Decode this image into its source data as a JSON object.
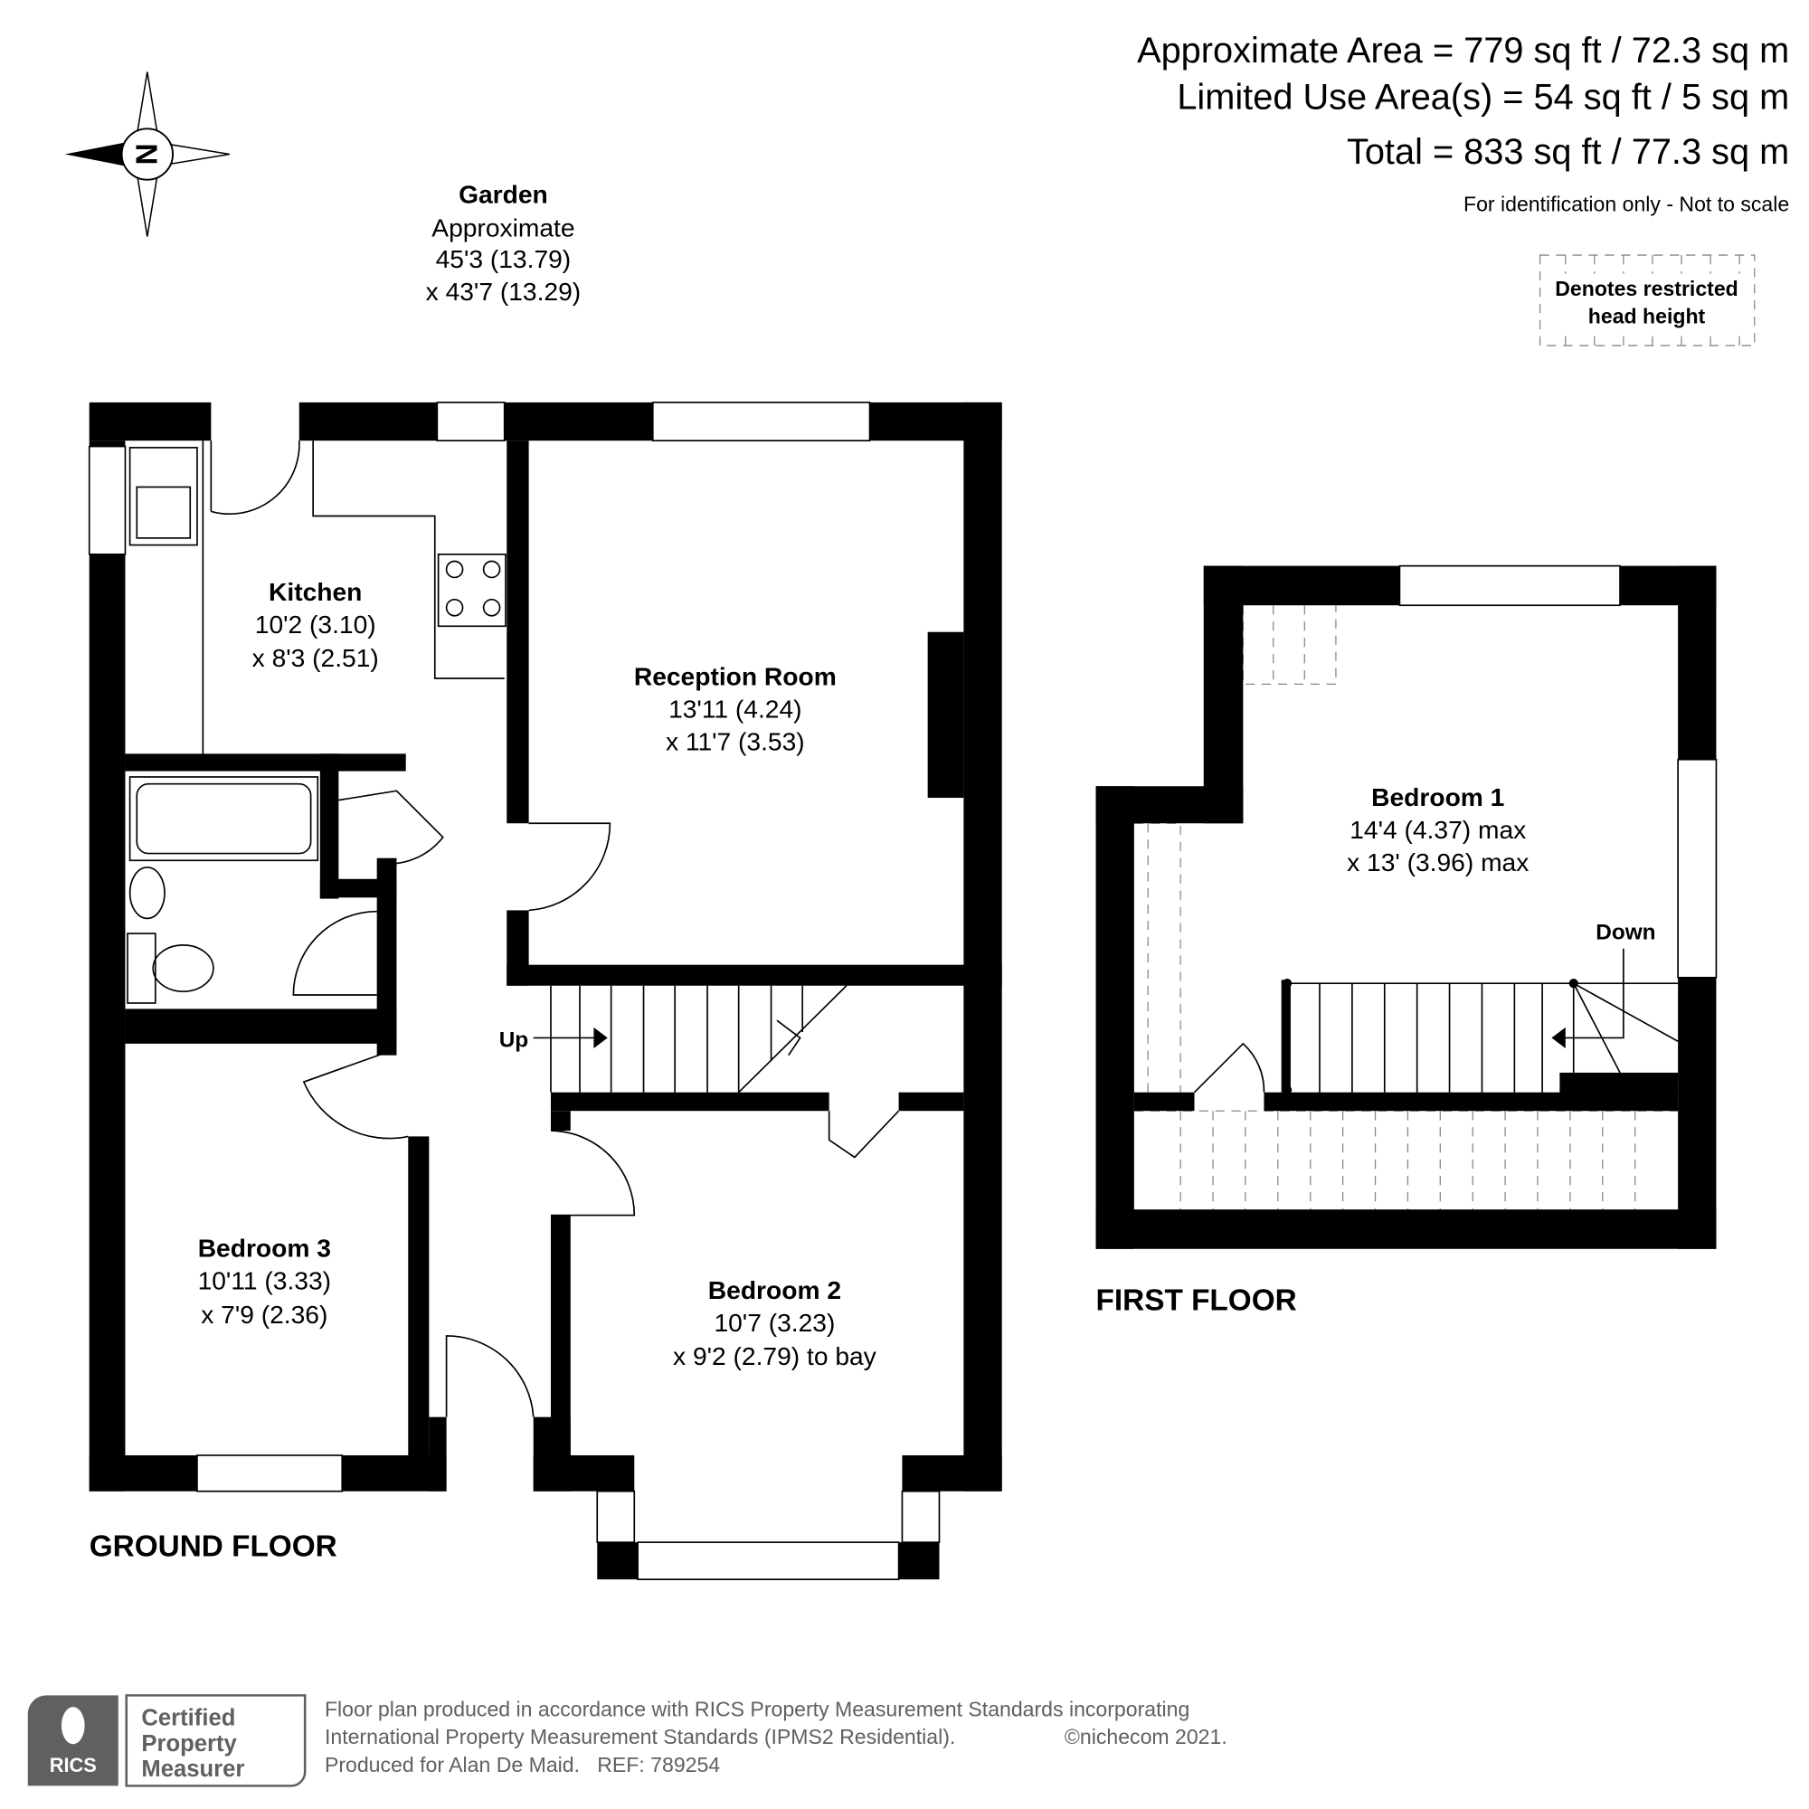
{
  "areas": {
    "approximate": "Approximate Area = 779 sq ft / 72.3 sq m",
    "limited_use": "Limited Use Area(s) = 54 sq ft / 5 sq m",
    "total": "Total = 833 sq ft / 77.3 sq m",
    "disclaimer": "For identification only - Not to scale"
  },
  "legend": {
    "line1": "Denotes restricted",
    "line2": "head height"
  },
  "compass": {
    "label": "N"
  },
  "garden": {
    "name": "Garden",
    "line1": "Approximate",
    "line2": "45'3 (13.79)",
    "line3": "x 43'7 (13.29)"
  },
  "ground_floor": {
    "label": "GROUND FLOOR",
    "up": "Up",
    "rooms": [
      {
        "name": "Kitchen",
        "dim1": "10'2 (3.10)",
        "dim2": "x 8'3 (2.51)"
      },
      {
        "name": "Reception Room",
        "dim1": "13'11 (4.24)",
        "dim2": "x 11'7 (3.53)"
      },
      {
        "name": "Bedroom 3",
        "dim1": "10'11 (3.33)",
        "dim2": "x 7'9 (2.36)"
      },
      {
        "name": "Bedroom 2",
        "dim1": "10'7 (3.23)",
        "dim2": "x 9'2 (2.79) to bay"
      }
    ]
  },
  "first_floor": {
    "label": "FIRST FLOOR",
    "down": "Down",
    "rooms": [
      {
        "name": "Bedroom 1",
        "dim1": "14'4 (4.37) max",
        "dim2": "x 13' (3.96) max"
      }
    ]
  },
  "footer": {
    "badge_rics": "RICS",
    "badge_line1": "Certified",
    "badge_line2": "Property",
    "badge_line3": "Measurer",
    "line1": "Floor plan produced in accordance with RICS Property Measurement Standards incorporating",
    "line2": "International Property Measurement Standards (IPMS2 Residential).",
    "copyright": "©nichecom 2021.",
    "line3": "Produced for Alan De Maid.   REF: 789254"
  }
}
